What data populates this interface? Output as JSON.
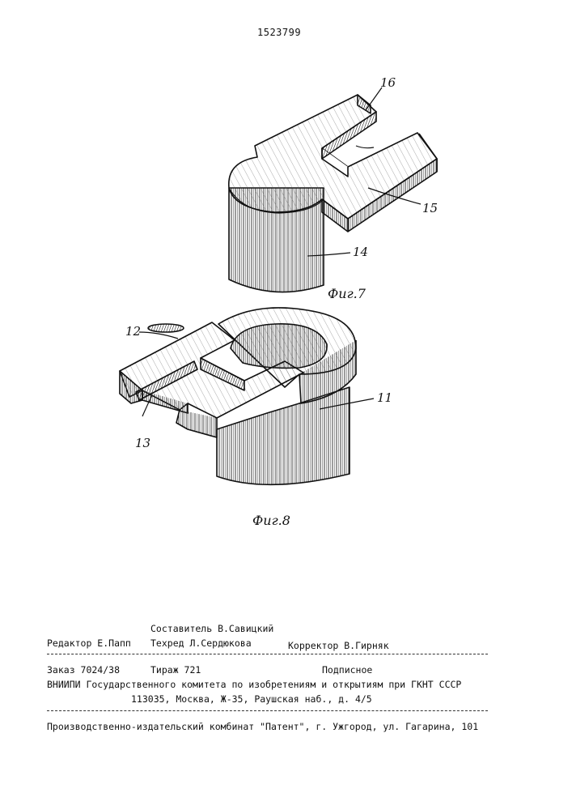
{
  "header": {
    "doc_number": "1523799"
  },
  "figures": {
    "fig7": {
      "caption": "Фиг.7",
      "labels": {
        "l16": "16",
        "l15": "15",
        "l14": "14"
      }
    },
    "fig8": {
      "caption": "Фиг.8",
      "labels": {
        "l12": "12",
        "l13": "13",
        "l11": "11"
      }
    }
  },
  "imprint": {
    "compiler": "Составитель В.Савицкий",
    "editor": "Редактор Е.Папп",
    "techred": "Техред Л.Сердюкова",
    "corrector": "Корректор В.Гирняк",
    "order": "Заказ 7024/38",
    "run": "Тираж 721",
    "subscription": "Подписное",
    "org": "ВНИИПИ Государственного комитета по изобретениям и открытиям при ГКНТ СССР",
    "address": "113035, Москва, Ж-35, Раушская наб., д. 4/5",
    "printer": "Производственно-издательский комбинат \"Патент\", г. Ужгород, ул. Гагарина, 101"
  }
}
